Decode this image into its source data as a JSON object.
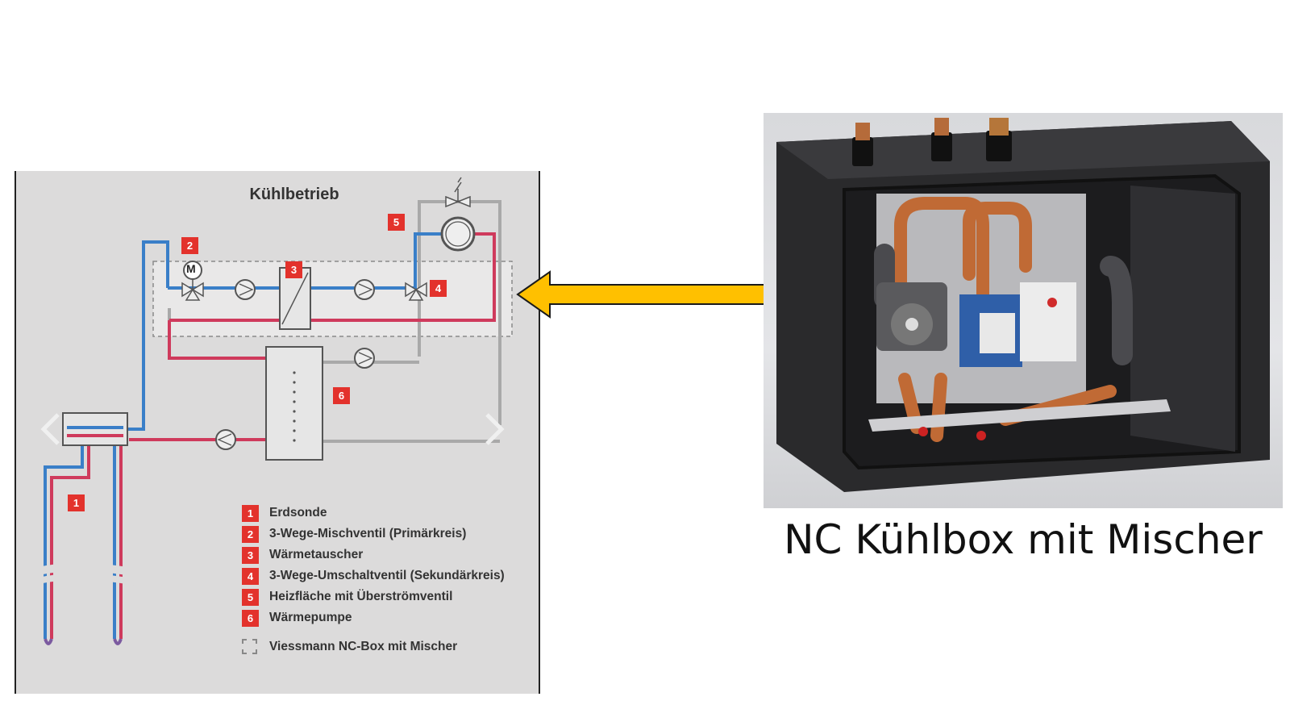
{
  "diagram": {
    "title": "Kühlbetrieb",
    "callouts": {
      "c1": "1",
      "c2": "2",
      "c3": "3",
      "c4": "4",
      "c5": "5",
      "c6": "6"
    },
    "legend": [
      {
        "num": "1",
        "label": "Erdsonde"
      },
      {
        "num": "2",
        "label": "3-Wege-Mischventil (Primärkreis)"
      },
      {
        "num": "3",
        "label": "Wärmetauscher"
      },
      {
        "num": "4",
        "label": "3-Wege-Umschaltventil (Sekundärkreis)"
      },
      {
        "num": "5",
        "label": "Heizfläche mit Überströmventil"
      },
      {
        "num": "6",
        "label": "Wärmepumpe"
      }
    ],
    "legend_box_label": "Viessmann NC-Box mit Mischer",
    "motor_label": "M",
    "colors": {
      "cold": "#3a7fc8",
      "warm": "#cf3a5c",
      "neutral": "#a9a9a9",
      "badge": "#e3322c"
    }
  },
  "caption": "NC Kühlbox mit Mischer",
  "arrow": {
    "direction": "left",
    "color": "#ffc000"
  }
}
